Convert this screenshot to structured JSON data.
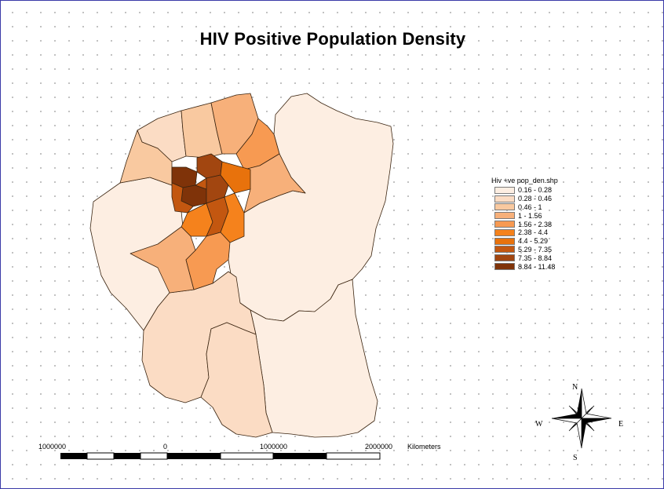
{
  "title": "HIV Positive Population Density",
  "legend": {
    "title": "Hiv +ve pop_den.shp",
    "classes": [
      {
        "label": "0.16 - 0.28",
        "color": "#fdeee2"
      },
      {
        "label": "0.28 - 0.46",
        "color": "#fbdcc4"
      },
      {
        "label": "0.46 - 1",
        "color": "#f9c9a0"
      },
      {
        "label": "1 - 1.56",
        "color": "#f7b07a"
      },
      {
        "label": "1.56 - 2.38",
        "color": "#f79a52"
      },
      {
        "label": "2.38 - 4.4",
        "color": "#f5821c"
      },
      {
        "label": "4.4 - 5.29",
        "color": "#e8720c"
      },
      {
        "label": "5.29 - 7.35",
        "color": "#c35710"
      },
      {
        "label": "7.35 - 8.84",
        "color": "#a24610"
      },
      {
        "label": "8.84 - 11.48",
        "color": "#7f3309"
      }
    ]
  },
  "scale_bar": {
    "labels": [
      "1000000",
      "0",
      "1000000",
      "2000000"
    ],
    "unit": "Kilometers"
  },
  "compass": {
    "n": "N",
    "s": "S",
    "e": "E",
    "w": "W"
  }
}
